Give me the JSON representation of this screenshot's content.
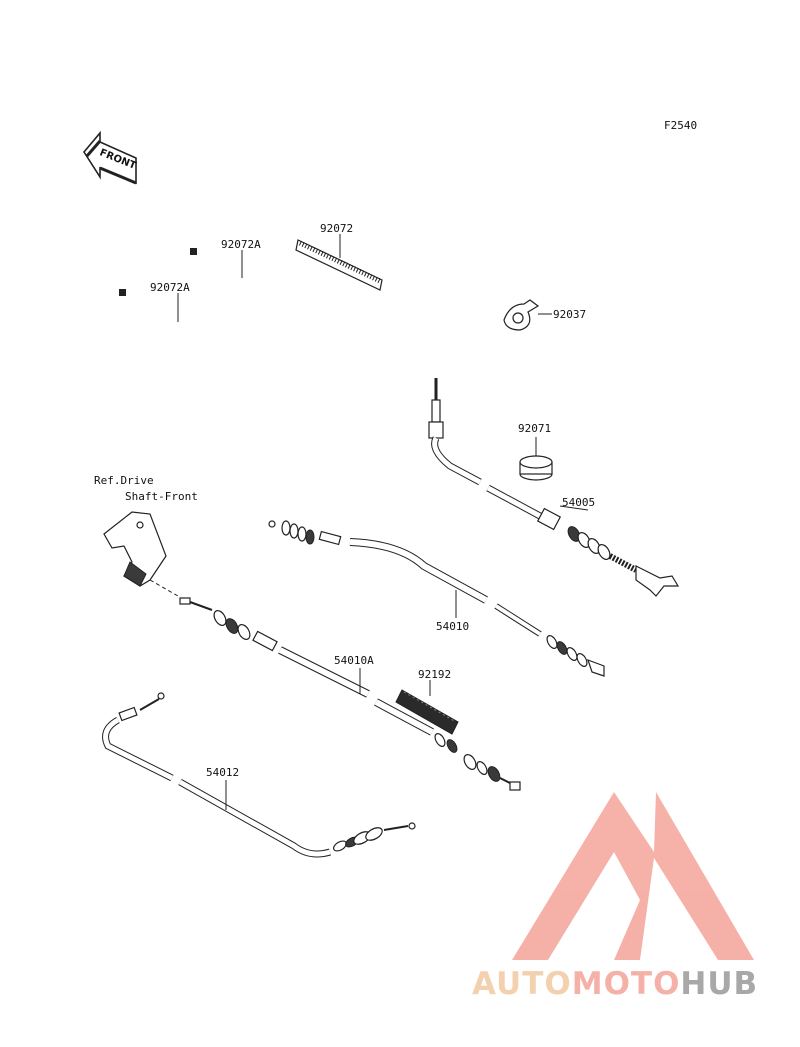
{
  "figure_code": "F2540",
  "front_arrow_text": "FRONT",
  "ref_note": {
    "line1": "Ref.Drive",
    "line2": "Shaft-Front"
  },
  "parts": {
    "tie_short": "92072",
    "tie_upper": "92072A",
    "tie_lower": "92072A",
    "clamp": "92037",
    "grommet": "92071",
    "cable_right": "54005",
    "cable_middle": "54010",
    "cable_lower_mid": "54010A",
    "protector": "92192",
    "cable_bottom": "54012"
  },
  "watermark": {
    "word_part1": "AUTO",
    "word_part2": "MOTO",
    "word_part3": "HUB",
    "color_part1": "#f2c9a0",
    "color_part2": "#f4a49a",
    "color_part3": "#9a9a9a",
    "logo_color": "#f4a49a"
  }
}
